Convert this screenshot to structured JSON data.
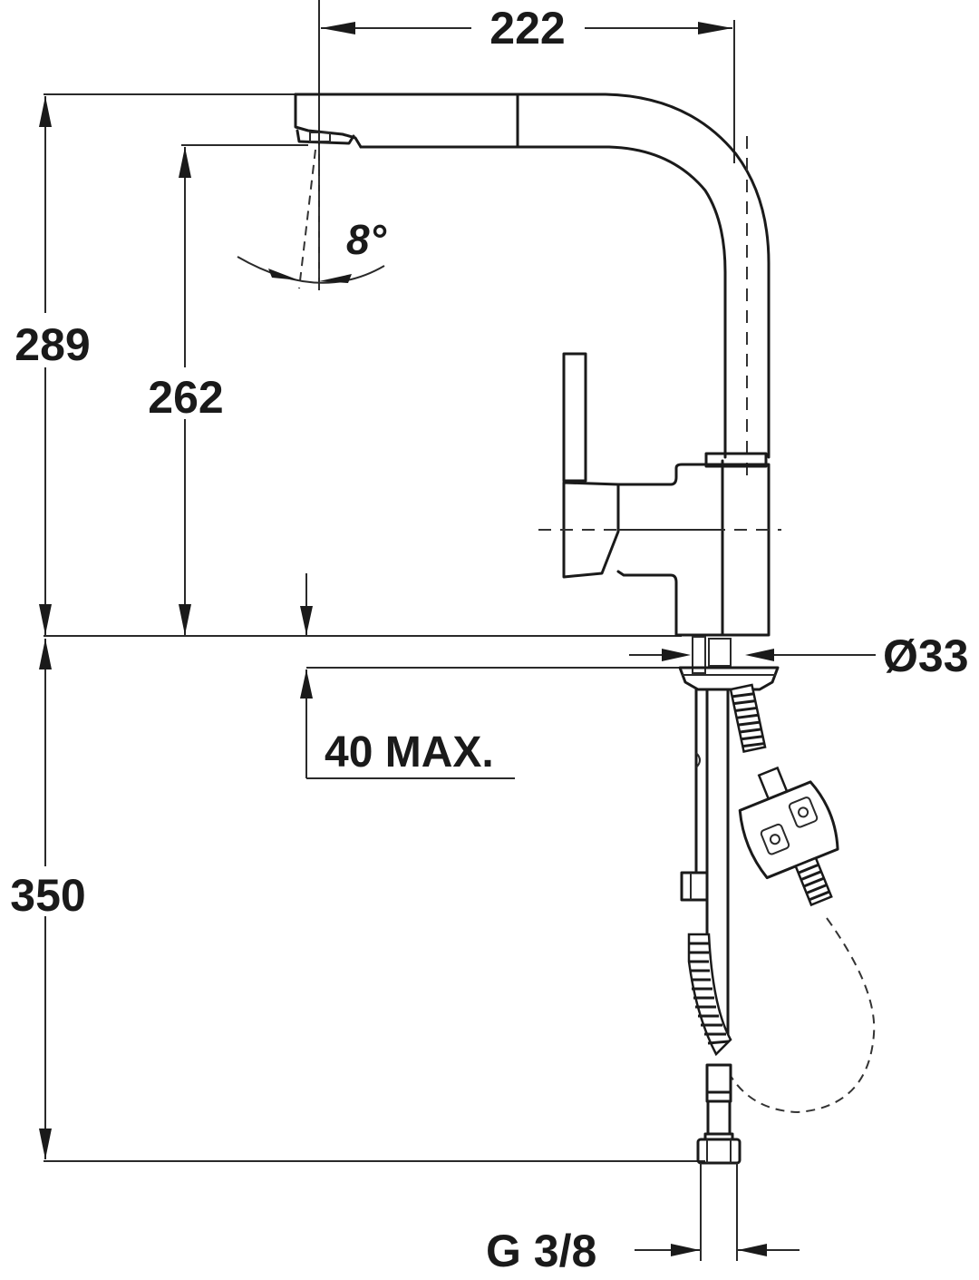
{
  "drawing": {
    "subject": "pull-out kitchen faucet dimension drawing",
    "line_color": "#1a1a1a",
    "background": "#ffffff"
  },
  "dimensions": {
    "spout_reach": {
      "label": "222"
    },
    "total_height": {
      "label": "289"
    },
    "spout_height": {
      "label": "262"
    },
    "spray_angle": {
      "label": "8°"
    },
    "deck_thickness": {
      "label": "40 MAX."
    },
    "hole_diameter": {
      "label": "Ø33"
    },
    "below_deck_length": {
      "label": "350"
    },
    "connection_thread": {
      "label": "G 3/8"
    }
  }
}
